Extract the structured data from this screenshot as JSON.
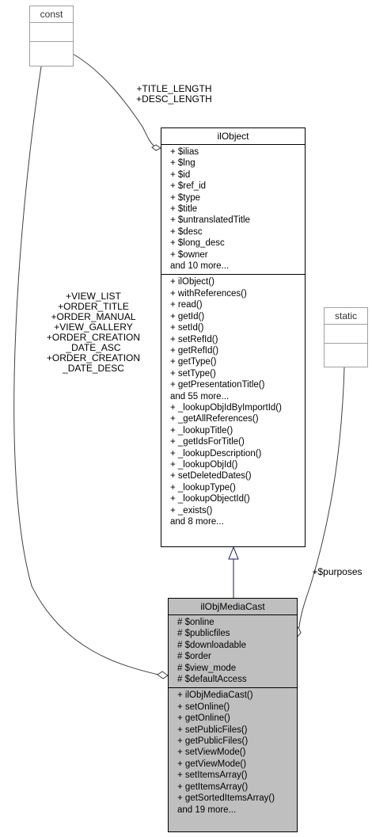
{
  "const_box": {
    "title": "const"
  },
  "static_box": {
    "title": "static"
  },
  "ilobject": {
    "title": "ilObject",
    "attributes": [
      "+ $ilias",
      "+ $lng",
      "+ $id",
      "+ $ref_id",
      "+ $type",
      "+ $title",
      "+ $untranslatedTitle",
      "+ $desc",
      "+ $long_desc",
      "+ $owner",
      "and 10 more..."
    ],
    "methods": [
      "+ ilObject()",
      "+ withReferences()",
      "+ read()",
      "+ getId()",
      "+ setId()",
      "+ setRefId()",
      "+ getRefId()",
      "+ getType()",
      "+ setType()",
      "+ getPresentationTitle()",
      "and 55 more...",
      "+ _lookupObjIdByImportId()",
      "+ _getAllReferences()",
      "+ _lookupTitle()",
      "+ _getIdsForTitle()",
      "+ _lookupDescription()",
      "+ _lookupObjId()",
      "+ setDeletedDates()",
      "+ _lookupType()",
      "+ _lookupObjectId()",
      "+ _exists()",
      "and 8 more..."
    ]
  },
  "ilobjmediacast": {
    "title": "ilObjMediaCast",
    "attributes": [
      "# $online",
      "# $publicfiles",
      "# $downloadable",
      "# $order",
      "# $view_mode",
      "# $defaultAccess"
    ],
    "methods": [
      "+ ilObjMediaCast()",
      "+ setOnline()",
      "+ getOnline()",
      "+ setPublicFiles()",
      "+ getPublicFiles()",
      "+ setViewMode()",
      "+ getViewMode()",
      "+ setItemsArray()",
      "+ getItemsArray()",
      "+ getSortedItemsArray()",
      "and 19 more..."
    ]
  },
  "edge_labels": {
    "const_to_ilobject": [
      "+TITLE_LENGTH",
      "+DESC_LENGTH"
    ],
    "const_to_mediacast": [
      "+VIEW_LIST",
      "+ORDER_TITLE",
      "+ORDER_MANUAL",
      "+VIEW_GALLERY",
      "+ORDER_CREATION",
      "_DATE_ASC",
      "+ORDER_CREATION",
      "_DATE_DESC"
    ],
    "static_to_mediacast": [
      "+$purposes"
    ]
  },
  "colors": {
    "edge": "#404040",
    "inheritance": "#191970",
    "filled": "#bfbfbf",
    "grey_border": "#a0a0a0"
  }
}
